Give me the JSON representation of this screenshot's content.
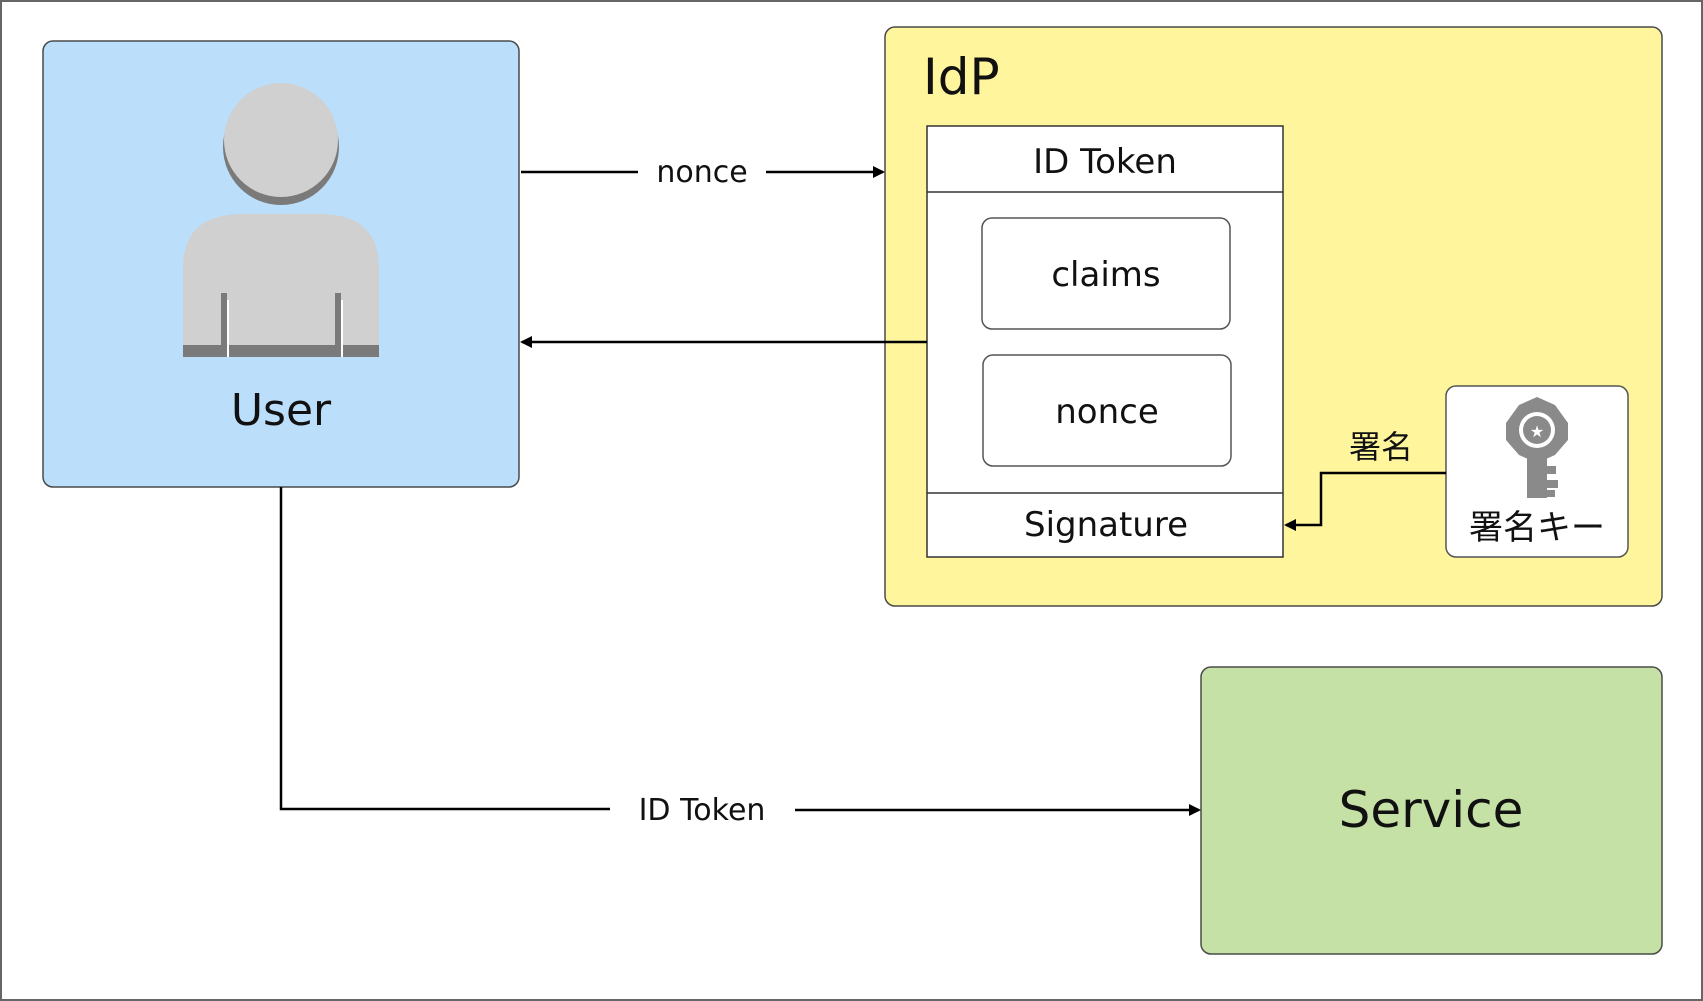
{
  "user": {
    "label": "User",
    "icon": "user-icon"
  },
  "idp": {
    "title": "IdP",
    "id_token": {
      "header": "ID Token",
      "claims": "claims",
      "nonce": "nonce",
      "signature": "Signature"
    },
    "signing_key": {
      "label": "署名キー",
      "icon": "key-icon"
    }
  },
  "service": {
    "label": "Service"
  },
  "arrows": {
    "user_to_idp": "nonce",
    "key_to_signature": "署名",
    "user_to_service": "ID Token"
  },
  "colors": {
    "user_box": "#bbdefb",
    "idp_box": "#fff59d",
    "service_box": "#c5e1a5",
    "person_icon": "#d0d0d0",
    "key_icon": "#8a8a8a"
  }
}
